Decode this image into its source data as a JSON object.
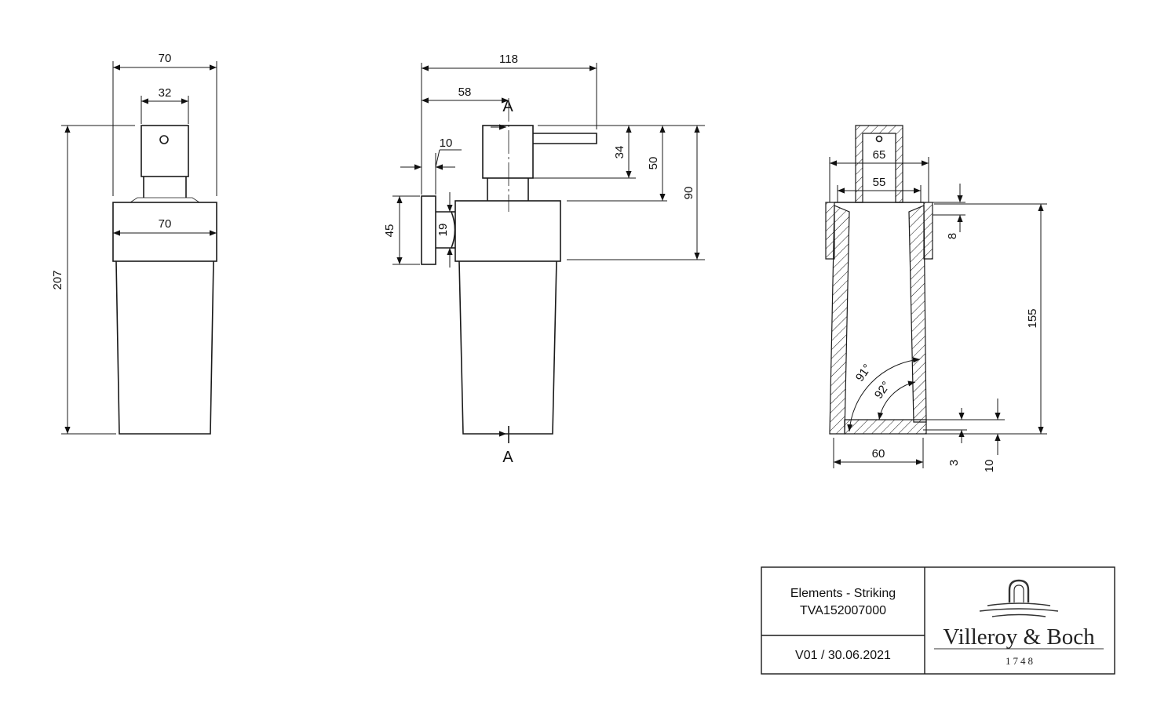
{
  "front_view": {
    "dim_width_top": "70",
    "dim_pump_width": "32",
    "dim_width_body": "70",
    "dim_height_total": "207"
  },
  "side_view": {
    "dim_length": "118",
    "dim_to_axis": "58",
    "dim_plate": "10",
    "dim_pump_height": "34",
    "dim_head_height": "50",
    "dim_top_height": "90",
    "dim_plate_height": "45",
    "dim_arm": "19",
    "section_label_top": "A",
    "section_label_bottom": "A"
  },
  "section_view": {
    "dim_outer_top": "65",
    "dim_inner_top": "55",
    "dim_rim": "8",
    "dim_depth": "155",
    "dim_angle_outer": "91°",
    "dim_angle_inner": "92°",
    "dim_bottom_width": "60",
    "dim_floor": "3",
    "dim_base": "10"
  },
  "title_block": {
    "product_name": "Elements - Striking",
    "article_number": "TVA152007000",
    "version": "V01 / 30.06.2021",
    "brand": "Villeroy & Boch",
    "year": "1748"
  }
}
